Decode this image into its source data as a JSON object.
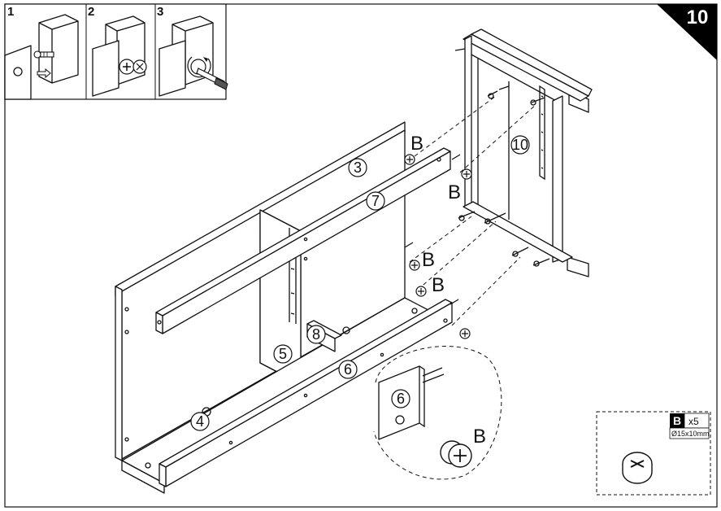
{
  "step_badge": "10",
  "inset_steps": [
    "1",
    "2",
    "3"
  ],
  "parts": {
    "p3": "3",
    "p4": "4",
    "p5": "5",
    "p6": "6",
    "p7": "7",
    "p8": "8",
    "p10": "10",
    "detail_p6": "6"
  },
  "fastener_letter": "B",
  "hardware_kit": {
    "letter": "B",
    "quantity": "x5",
    "size": "Ø15x10mm"
  },
  "colors": {
    "badge": "#000000",
    "line": "#111111",
    "panel_fill": "#ffffff"
  }
}
